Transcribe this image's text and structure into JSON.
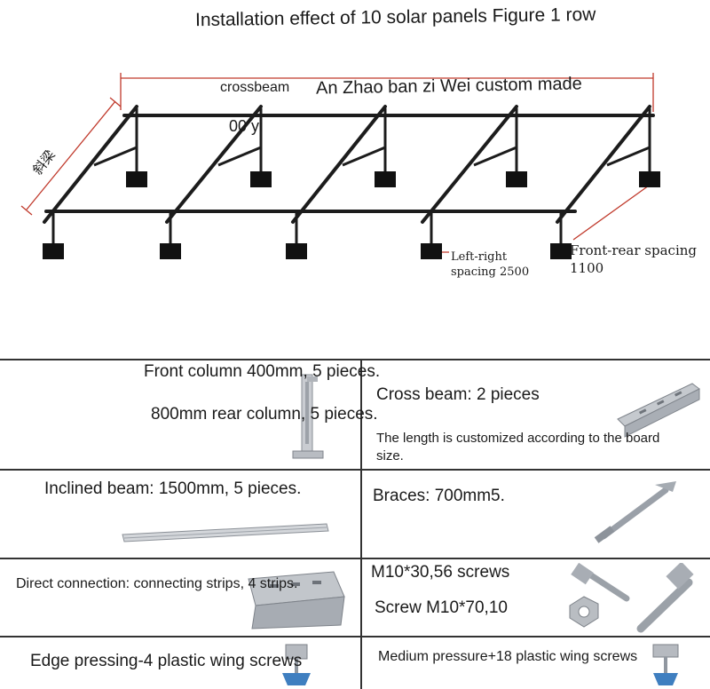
{
  "title": "Installation effect of 10 solar panels Figure 1 row",
  "diagram": {
    "crossbeam_label": "crossbeam",
    "custom_label": "An Zhao ban zi Wei custom made",
    "custom_label_2": "00 yi",
    "inclined_label": "斜梁",
    "lr_spacing_line1": "Left-right",
    "lr_spacing_line2": "spacing 2500",
    "fr_spacing_line1": "Front-rear spacing",
    "fr_spacing_line2": "1100",
    "colors": {
      "frame": "#1c1c1c",
      "dimension": "#c0392b"
    }
  },
  "parts": {
    "front_column": "Front column 400mm, 5 pieces.",
    "rear_column": "800mm rear column, 5 pieces.",
    "cross_beam": "Cross beam: 2 pieces",
    "cross_beam_note": "The length is customized according to the board size.",
    "inclined_beam": "Inclined beam: 1500mm, 5 pieces.",
    "braces": "Braces: 700mm5.",
    "direct_connection": "Direct connection: connecting strips, 4 strips.",
    "screws_1": "M10*30,56 screws",
    "screws_2": "Screw M10*70,10",
    "edge_pressing": "Edge pressing-4 plastic wing screws",
    "medium_pressure": "Medium pressure+18 plastic wing screws"
  }
}
